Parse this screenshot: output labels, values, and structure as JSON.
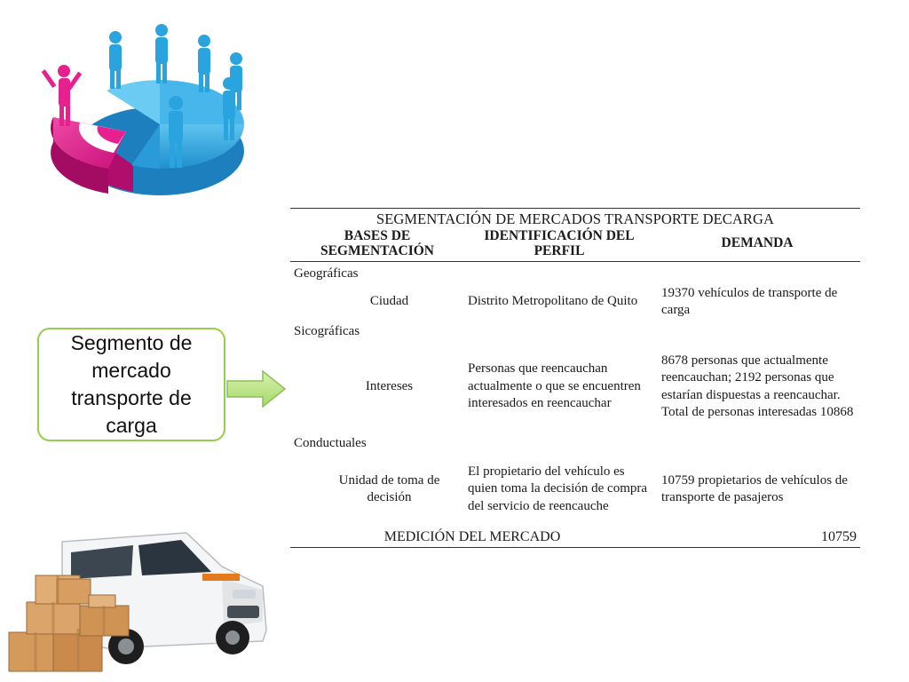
{
  "callout": {
    "text": "Segmento de mercado transporte de carga"
  },
  "table": {
    "title": "SEGMENTACIÓN DE MERCADOS TRANSPORTE DECARGA",
    "headers": [
      "BASES DE SEGMENTACIÓN",
      "IDENTIFICACIÓN DEL PERFIL",
      "DEMANDA"
    ],
    "sections": [
      {
        "category": "Geográficas",
        "base": "Ciudad",
        "perfil": "Distrito Metropolitano de Quito",
        "demanda": "19370  vehículos de transporte de carga"
      },
      {
        "category": "Sicográficas",
        "base": "Intereses",
        "perfil": "Personas que reencauchan actualmente o que se encuentren interesados en reencauchar",
        "demanda": "8678 personas que actualmente reencauchan; 2192 personas que estarían dispuestas a reencauchar. Total de personas interesadas 10868"
      },
      {
        "category": "Conductuales",
        "base": "Unidad de toma de decisión",
        "perfil": "El propietario del vehículo es quien toma la decisión de compra del servicio de reencauche",
        "demanda": "10759 propietarios de vehículos de transporte de pasajeros"
      }
    ],
    "total_label": "MEDICIÓN DEL MERCADO",
    "total_value": "10759"
  },
  "illustrations": {
    "people": "people-target-pie-illustration",
    "van": "cargo-van-with-boxes-illustration"
  },
  "colors": {
    "callout_border": "#92cf4f",
    "arrow_fill": "#b6e07a",
    "pie_magenta": "#e6208f",
    "pie_blue": "#2aa4df"
  }
}
